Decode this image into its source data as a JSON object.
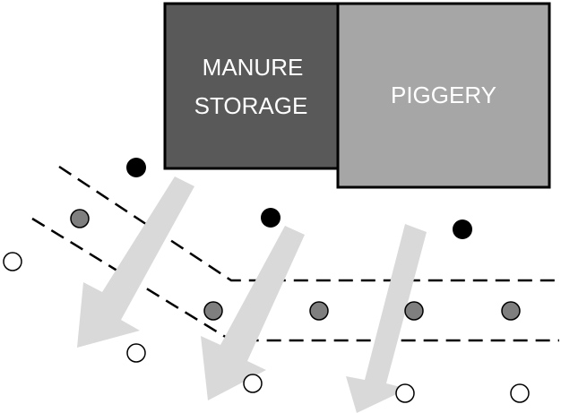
{
  "buildings": {
    "manure_storage": {
      "line1": "MANURE",
      "line2": "STORAGE",
      "fill": "#595959"
    },
    "piggery": {
      "label": "PIGGERY",
      "fill": "#a6a6a6"
    }
  },
  "colors": {
    "outline": "#000000",
    "arrow": "#d9d9d9",
    "dot_black": "#000000",
    "dot_gray": "#7f7f7f",
    "dot_white": "#ffffff"
  },
  "legend": []
}
